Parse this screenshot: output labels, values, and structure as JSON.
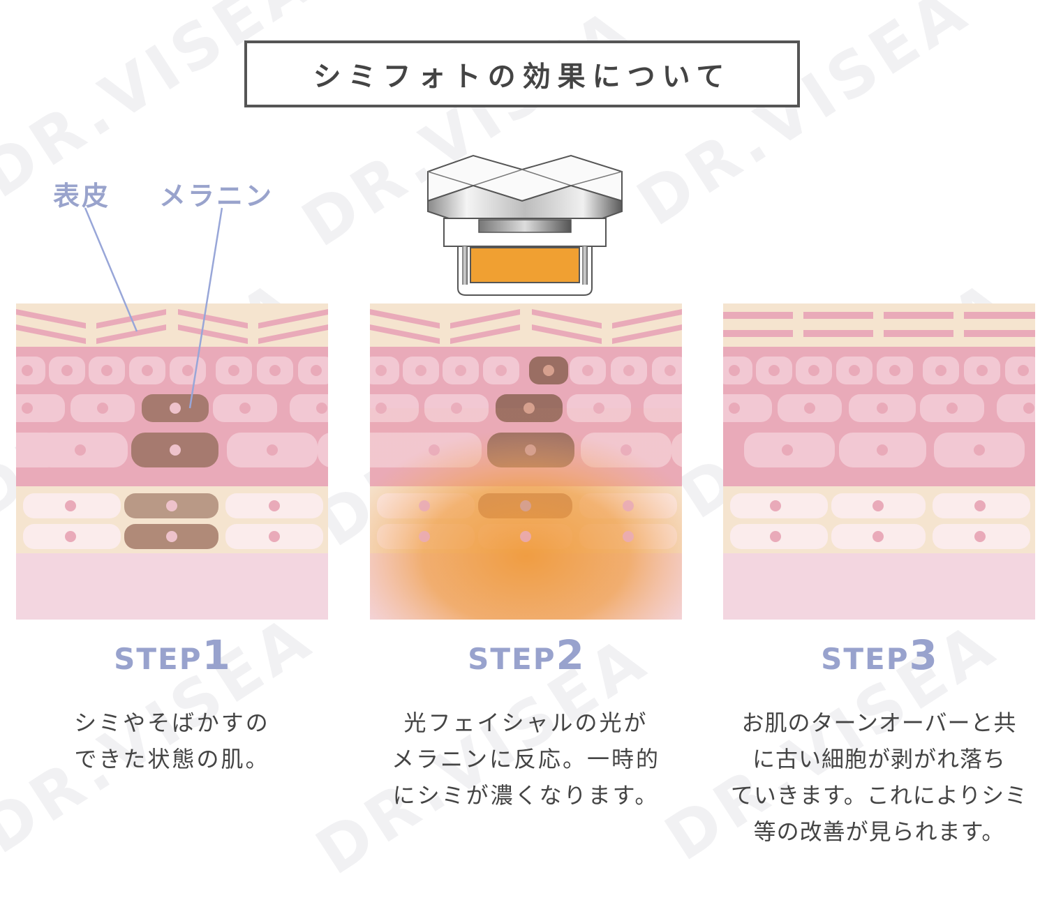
{
  "title": "シミフォトの効果について",
  "watermark_text": "DR.VISEA",
  "labels": {
    "epidermis": "表皮",
    "melanin": "メラニン"
  },
  "steps": [
    {
      "word": "STEP",
      "number": "1",
      "lines": [
        "シミやそばかすの",
        "できた状態の肌。"
      ]
    },
    {
      "word": "STEP",
      "number": "2",
      "lines": [
        "光フェイシャルの光が",
        "メラニンに反応。一時的",
        "にシミが濃くなります。"
      ]
    },
    {
      "word": "STEP",
      "number": "3",
      "lines": [
        "お肌のターンオーバーと共",
        "に古い細胞が剥がれ落ち",
        "ていきます。これによりシミ",
        "等の改善が見られます。"
      ]
    }
  ],
  "colors": {
    "accent": "#98a2cd",
    "skin_pink": "#e9aab9",
    "skin_light": "#f5e4cf",
    "dermis": "#f3d6e0",
    "melanin": "#a67a6f",
    "light": "#f0a040"
  }
}
